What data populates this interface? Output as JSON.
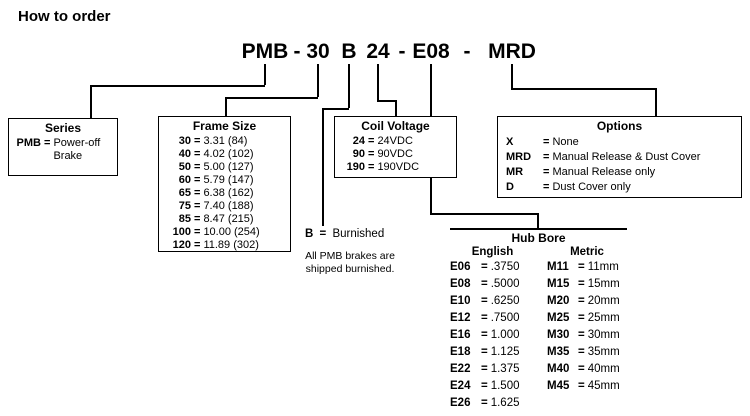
{
  "title": "How to order",
  "eq": "=",
  "part_number": {
    "series": "PMB",
    "dash1": "-",
    "frame_size": "30",
    "burnish": "B",
    "coil_voltage": "24",
    "dash2": "-",
    "hub_bore": "E08",
    "dash3": "-",
    "options": "MRD"
  },
  "series": {
    "header": "Series",
    "code": "PMB",
    "desc_lines": [
      "Power-off",
      "Brake"
    ]
  },
  "frame_size": {
    "header": "Frame Size",
    "rows": [
      {
        "code": "30",
        "value": "3.31 (84)"
      },
      {
        "code": "40",
        "value": "4.02 (102)"
      },
      {
        "code": "50",
        "value": "5.00 (127)"
      },
      {
        "code": "60",
        "value": "5.79 (147)"
      },
      {
        "code": "65",
        "value": "6.38 (162)"
      },
      {
        "code": "75",
        "value": "7.40 (188)"
      },
      {
        "code": "85",
        "value": "8.47 (215)"
      },
      {
        "code": "100",
        "value": "10.00 (254)"
      },
      {
        "code": "120",
        "value": "11.89 (302)"
      }
    ]
  },
  "coil_voltage": {
    "header": "Coil Voltage",
    "rows": [
      {
        "code": "24",
        "value": "24VDC"
      },
      {
        "code": "90",
        "value": "90VDC"
      },
      {
        "code": "190",
        "value": "190VDC"
      }
    ]
  },
  "burnished": {
    "code": "B",
    "label": "Burnished",
    "note_lines": [
      "All PMB brakes are",
      "shipped burnished."
    ]
  },
  "hub_bore": {
    "header": "Hub Bore",
    "english_header": "English",
    "metric_header": "Metric",
    "english": [
      {
        "code": "E06",
        "value": ".3750"
      },
      {
        "code": "E08",
        "value": ".5000"
      },
      {
        "code": "E10",
        "value": ".6250"
      },
      {
        "code": "E12",
        "value": ".7500"
      },
      {
        "code": "E16",
        "value": "1.000"
      },
      {
        "code": "E18",
        "value": "1.125"
      },
      {
        "code": "E22",
        "value": "1.375"
      },
      {
        "code": "E24",
        "value": "1.500"
      },
      {
        "code": "E26",
        "value": "1.625"
      }
    ],
    "metric": [
      {
        "code": "M11",
        "value": "11mm"
      },
      {
        "code": "M15",
        "value": "15mm"
      },
      {
        "code": "M20",
        "value": "20mm"
      },
      {
        "code": "M25",
        "value": "25mm"
      },
      {
        "code": "M30",
        "value": "30mm"
      },
      {
        "code": "M35",
        "value": "35mm"
      },
      {
        "code": "M40",
        "value": "40mm"
      },
      {
        "code": "M45",
        "value": "45mm"
      }
    ]
  },
  "options": {
    "header": "Options",
    "rows": [
      {
        "code": "X",
        "desc": "None"
      },
      {
        "code": "MRD",
        "desc": "Manual Release & Dust Cover"
      },
      {
        "code": "MR",
        "desc": "Manual Release only"
      },
      {
        "code": "D",
        "desc": "Dust Cover only"
      }
    ]
  }
}
